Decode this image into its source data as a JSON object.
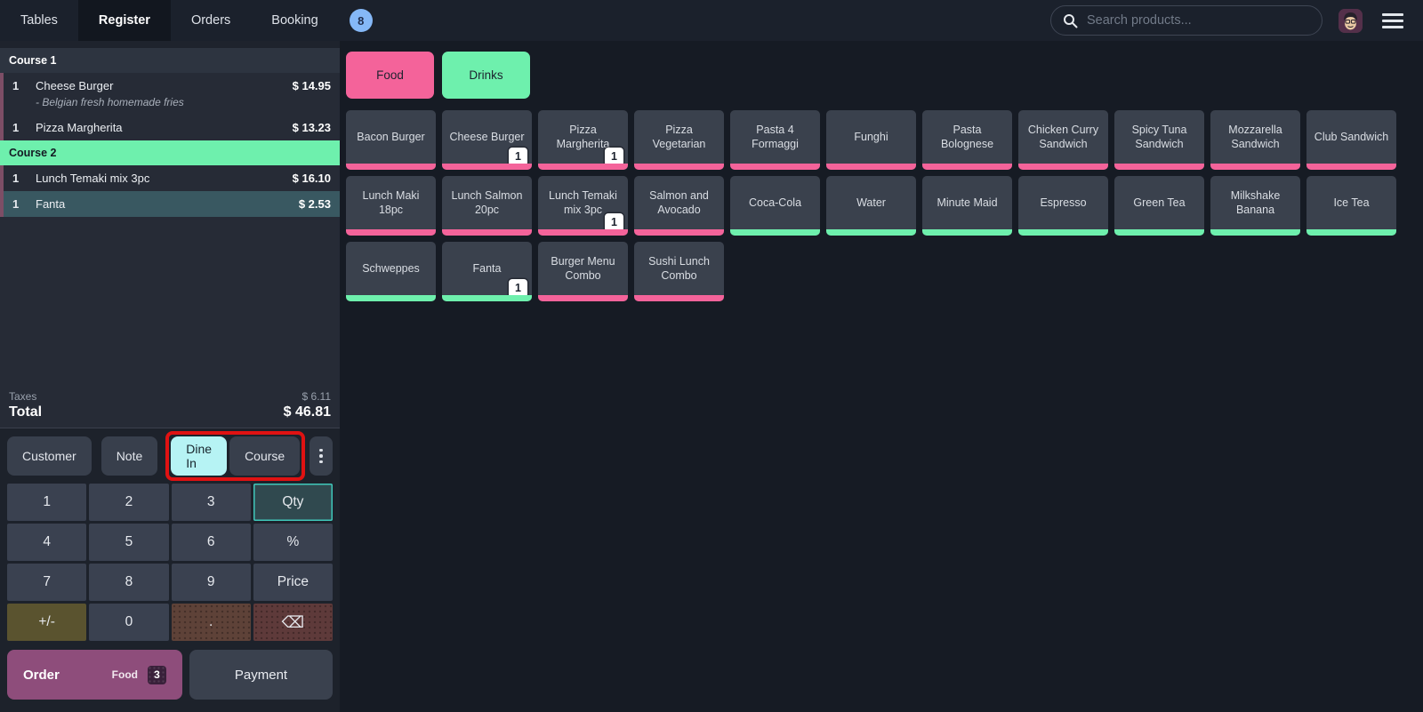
{
  "topbar": {
    "tabs": [
      "Tables",
      "Register",
      "Orders",
      "Booking"
    ],
    "active_tab": "Register",
    "booking_badge": "8",
    "search_placeholder": "Search products...",
    "icons": {
      "search": "magnifier",
      "user": "avatar-face",
      "menu": "hamburger",
      "more": "kebab-vertical"
    }
  },
  "order": {
    "courses": [
      {
        "name": "Course 1",
        "lines": [
          {
            "qty": "1",
            "name": "Cheese Burger",
            "note": "- Belgian fresh homemade fries",
            "price": "$ 14.95"
          },
          {
            "qty": "1",
            "name": "Pizza Margherita",
            "note": "",
            "price": "$ 13.23"
          }
        ]
      },
      {
        "name": "Course 2",
        "lines": [
          {
            "qty": "1",
            "name": "Lunch Temaki mix 3pc",
            "note": "",
            "price": "$ 16.10"
          },
          {
            "qty": "1",
            "name": "Fanta",
            "note": "",
            "price": "$ 2.53",
            "selected": true
          }
        ]
      }
    ],
    "taxes_label": "Taxes",
    "taxes_value": "$ 6.11",
    "total_label": "Total",
    "total_value": "$ 46.81"
  },
  "controls": {
    "customer": "Customer",
    "note": "Note",
    "dine_in": "Dine In",
    "course": "Course",
    "highlight_color": "#e01212"
  },
  "numpad": {
    "keys": [
      "1",
      "2",
      "3",
      "Qty",
      "4",
      "5",
      "6",
      "%",
      "7",
      "8",
      "9",
      "Price",
      "+/-",
      "0",
      ".",
      "⌫"
    ]
  },
  "actions": {
    "order_label": "Order",
    "order_category": "Food",
    "order_count": "3",
    "payment_label": "Payment"
  },
  "categories": [
    {
      "label": "Food",
      "color": "#f4639a"
    },
    {
      "label": "Drinks",
      "color": "#6ef0ad"
    }
  ],
  "products": {
    "items": [
      {
        "name": "Bacon Burger",
        "category": "food",
        "badge": ""
      },
      {
        "name": "Cheese Burger",
        "category": "food",
        "badge": "1"
      },
      {
        "name": "Pizza Margherita",
        "category": "food",
        "badge": "1"
      },
      {
        "name": "Pizza Vegetarian",
        "category": "food",
        "badge": ""
      },
      {
        "name": "Pasta 4 Formaggi",
        "category": "food",
        "badge": ""
      },
      {
        "name": "Funghi",
        "category": "food",
        "badge": ""
      },
      {
        "name": "Pasta Bolognese",
        "category": "food",
        "badge": ""
      },
      {
        "name": "Chicken Curry Sandwich",
        "category": "food",
        "badge": ""
      },
      {
        "name": "Spicy Tuna Sandwich",
        "category": "food",
        "badge": ""
      },
      {
        "name": "Mozzarella Sandwich",
        "category": "food",
        "badge": ""
      },
      {
        "name": "Club Sandwich",
        "category": "food",
        "badge": ""
      },
      {
        "name": "Lunch Maki 18pc",
        "category": "food",
        "badge": ""
      },
      {
        "name": "Lunch Salmon 20pc",
        "category": "food",
        "badge": ""
      },
      {
        "name": "Lunch Temaki mix 3pc",
        "category": "food",
        "badge": "1"
      },
      {
        "name": "Salmon and Avocado",
        "category": "food",
        "badge": ""
      },
      {
        "name": "Coca-Cola",
        "category": "drinks",
        "badge": ""
      },
      {
        "name": "Water",
        "category": "drinks",
        "badge": ""
      },
      {
        "name": "Minute Maid",
        "category": "drinks",
        "badge": ""
      },
      {
        "name": "Espresso",
        "category": "drinks",
        "badge": ""
      },
      {
        "name": "Green Tea",
        "category": "drinks",
        "badge": ""
      },
      {
        "name": "Milkshake Banana",
        "category": "drinks",
        "badge": ""
      },
      {
        "name": "Ice Tea",
        "category": "drinks",
        "badge": ""
      },
      {
        "name": "Schweppes",
        "category": "drinks",
        "badge": ""
      },
      {
        "name": "Fanta",
        "category": "drinks",
        "badge": "1"
      },
      {
        "name": "Burger Menu Combo",
        "category": "food",
        "badge": ""
      },
      {
        "name": "Sushi Lunch Combo",
        "category": "food",
        "badge": ""
      }
    ]
  },
  "colors": {
    "food_pink": "#f4639a",
    "drinks_green": "#6ef0ad",
    "selected_line_teal": "#395861",
    "dine_in_cyan": "#b6f3f4",
    "order_button_purple": "#8e4d7b",
    "highlight_red": "#e01212",
    "booking_badge_blue": "#85b8f7"
  }
}
